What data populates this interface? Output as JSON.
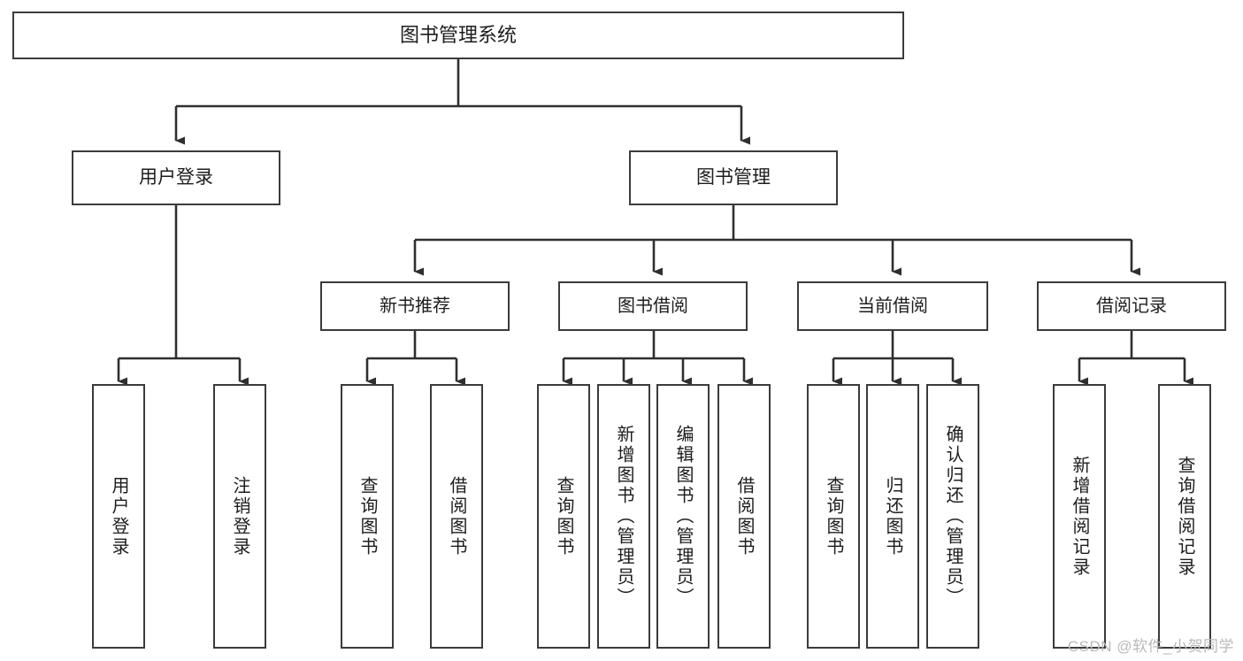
{
  "diagram": {
    "title": "图书管理系统",
    "type": "tree-hierarchy-diagram",
    "colors": {
      "box_border": "#3b3b3b",
      "box_fill": "#ffffff",
      "edge": "#2f2f2f",
      "text": "#1d1d1d",
      "watermark": "#b9b9b9"
    },
    "root": {
      "label": "图书管理系统"
    },
    "level2": [
      {
        "label": "用户登录"
      },
      {
        "label": "图书管理"
      }
    ],
    "level3": [
      {
        "label": "新书推荐"
      },
      {
        "label": "图书借阅"
      },
      {
        "label": "当前借阅"
      },
      {
        "label": "借阅记录"
      }
    ],
    "leaves": {
      "user_login": [
        {
          "label": "用户登录"
        },
        {
          "label": "注销登录"
        }
      ],
      "new_book_recommend": [
        {
          "label": "查询图书"
        },
        {
          "label": "借阅图书"
        }
      ],
      "book_borrow": [
        {
          "label": "查询图书"
        },
        {
          "label": "新增图书（管理员）"
        },
        {
          "label": "编辑图书（管理员）"
        },
        {
          "label": "借阅图书"
        }
      ],
      "current_borrow": [
        {
          "label": "查询图书"
        },
        {
          "label": "归还图书"
        },
        {
          "label": "确认归还（管理员）"
        }
      ],
      "borrow_record": [
        {
          "label": "新增借阅记录"
        },
        {
          "label": "查询借阅记录"
        }
      ]
    },
    "watermark": "CSDN @软件_小贺同学"
  }
}
